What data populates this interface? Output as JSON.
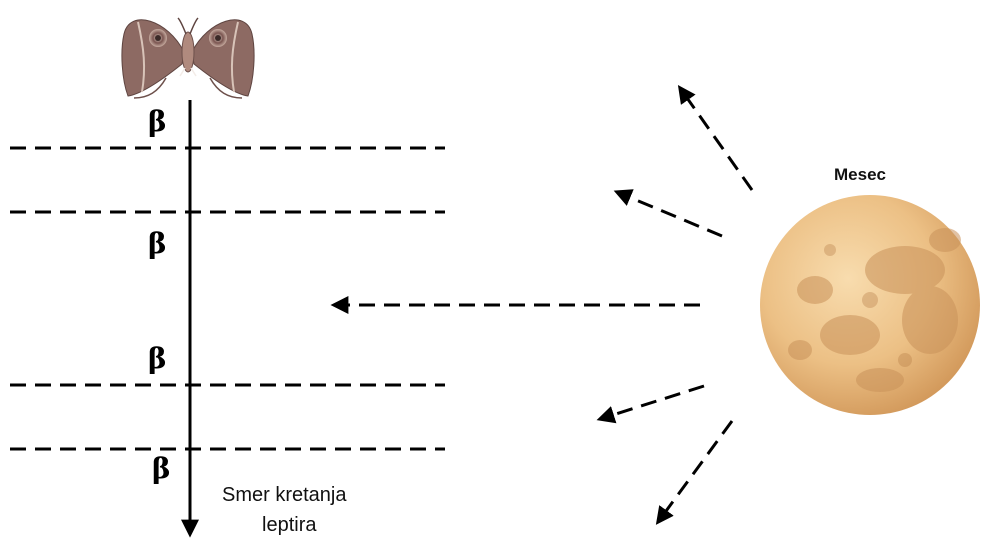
{
  "angle_labels": [
    "β",
    "β",
    "β",
    "β"
  ],
  "direction_label": {
    "line1": "Smer kretanja",
    "line2": "leptira"
  },
  "moon_label": "Mesec",
  "colors": {
    "moon_light": "#f6d6a3",
    "moon_mid": "#e7b46e",
    "moon_dark": "#c9925a",
    "moth_wing": "#8d6a63",
    "moth_body": "#b08a7e",
    "line": "#000000"
  },
  "icons": {
    "moth": "moth-icon",
    "moon": "moon-icon"
  }
}
